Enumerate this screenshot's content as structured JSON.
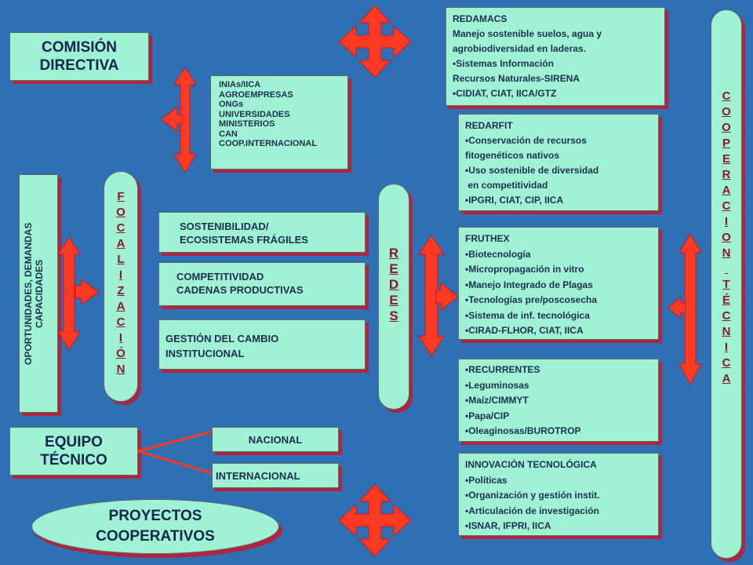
{
  "comision": [
    "COMISIÓN",
    "DIRECTIVA"
  ],
  "actores": [
    "INIAs/IICA",
    "AGROEMPRESAS",
    "ONGs",
    "UNIVERSIDADES",
    "MINISTERIOS",
    "CAN",
    "COOP.INTERNACIONAL"
  ],
  "oportunidades": [
    "OPORTUNIDADES, DEMANDAS",
    "CAPACIDADES"
  ],
  "focalizacion": [
    "F",
    "O",
    "C",
    "A",
    "L",
    "I",
    "Z",
    "A",
    "C",
    "I",
    "Ó",
    "N"
  ],
  "temas": [
    [
      "SOSTENIBILIDAD/",
      "ECOSISTEMAS FRÁGILES"
    ],
    [
      "COMPETITIVIDAD",
      "CADENAS PRODUCTIVAS"
    ],
    [
      "GESTIÓN DEL CAMBIO",
      "INSTITUCIONAL"
    ]
  ],
  "redes_label": [
    "R",
    "E",
    "D",
    "E",
    "S"
  ],
  "redamacs": {
    "lines": [
      {
        "t": "REDAMACS",
        "b": false
      },
      {
        "t": "Manejo sostenible suelos, agua y",
        "b": false
      },
      {
        "t": "agrobiodiversidad en laderas.",
        "b": false
      },
      {
        "t": "Sistemas Información",
        "b": true
      },
      {
        "t": "Recursos Naturales-SIRENA",
        "b": false
      },
      {
        "t": "CIDIAT, CIAT, IICA/GTZ",
        "b": true
      }
    ]
  },
  "redarfit": {
    "lines": [
      {
        "t": "REDARFIT",
        "b": false
      },
      {
        "t": "Conservación de recursos",
        "b": true
      },
      {
        "t": "fitogenéticos nativos",
        "b": false
      },
      {
        "t": "Uso sostenible de diversidad",
        "b": true
      },
      {
        "t": " en competitividad",
        "b": false
      },
      {
        "t": "IPGRI, CIAT, CIP, IICA",
        "b": true
      }
    ]
  },
  "fruthex": {
    "lines": [
      {
        "t": "FRUTHEX",
        "b": false
      },
      {
        "t": "Biotecnología",
        "b": true
      },
      {
        "t": "Micropropagación in vitro",
        "b": true
      },
      {
        "t": "Manejo Integrado de Plagas",
        "b": true
      },
      {
        "t": "Tecnologías pre/poscosecha",
        "b": true
      },
      {
        "t": "Sistema de inf. tecnológica",
        "b": true
      },
      {
        "t": "CIRAD-FLHOR, CIAT, IICA",
        "b": true
      }
    ]
  },
  "recurrentes": {
    "lines": [
      {
        "t": "RECURRENTES",
        "b": true
      },
      {
        "t": "Leguminosas",
        "b": true
      },
      {
        "t": "Maíz/CIMMYT",
        "b": true
      },
      {
        "t": "Papa/CIP",
        "b": true
      },
      {
        "t": "Oleaginosas/BUROTROP",
        "b": true
      }
    ]
  },
  "innovacion": {
    "lines": [
      {
        "t": "INNOVACIÓN TECNOLÓGICA",
        "b": false
      },
      {
        "t": "Políticas",
        "b": true
      },
      {
        "t": "Organización y gestión instit.",
        "b": true
      },
      {
        "t": "Articulación de investigación",
        "b": true
      },
      {
        "t": "ISNAR, IFPRI, IICA",
        "b": true
      }
    ]
  },
  "cooperacion": [
    "C",
    "O",
    "O",
    "P",
    "E",
    "R",
    "A",
    "C",
    "I",
    "O",
    "N",
    " ",
    "T",
    "É",
    "C",
    "N",
    "I",
    "C",
    "A"
  ],
  "equipo": [
    "EQUIPO",
    "TÉCNICO"
  ],
  "nacional": "NACIONAL",
  "internacional": "INTERNACIONAL",
  "proyectos": [
    "PROYECTOS",
    "COOPERATIVOS"
  ],
  "colors": {
    "background": "#2f6fb4",
    "box": "#9ff3d4",
    "shadow": "#b0243c",
    "arrow": "#ff3a22",
    "text": "#1d2e4f"
  }
}
